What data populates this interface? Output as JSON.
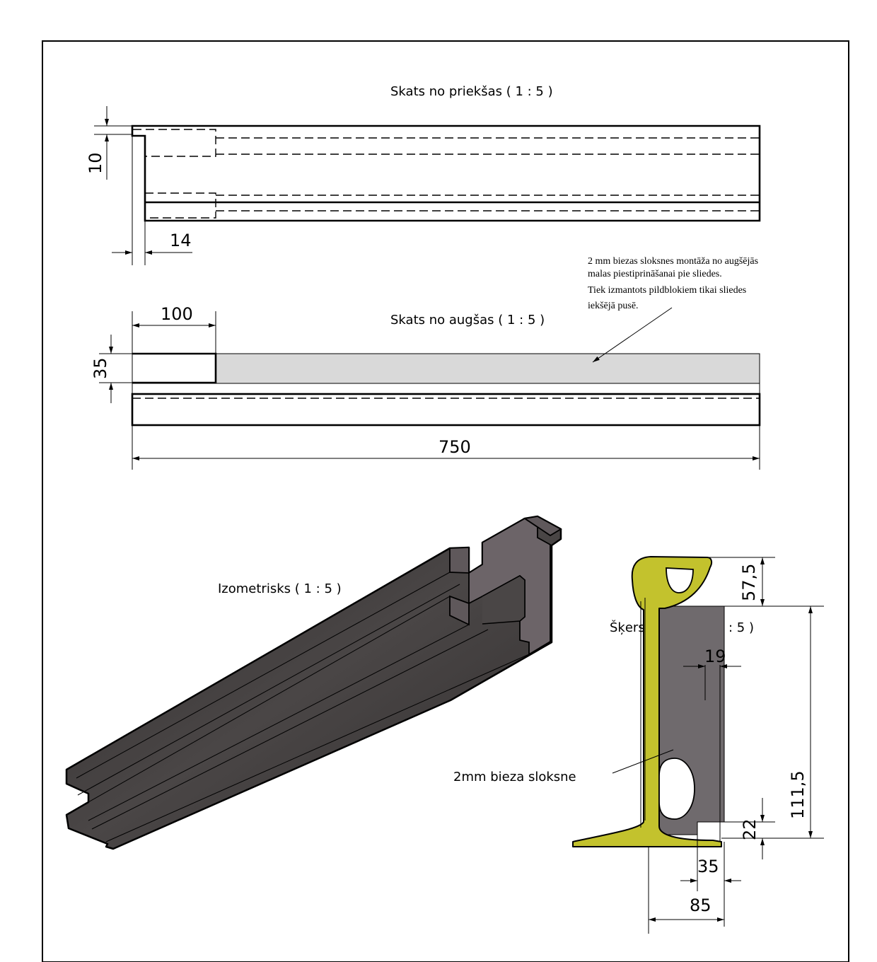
{
  "views": {
    "front_title": "Skats no priekšas ( 1 : 5 )",
    "top_title": "Skats no augšas ( 1 : 5 )",
    "iso_title": "Izometrisks ( 1 : 5 )",
    "section_title": "Šķersgriezums ( 1 : 5 )"
  },
  "dimensions": {
    "front_10": "10",
    "front_14": "14",
    "top_100": "100",
    "top_35": "35",
    "top_750": "750",
    "sec_19": "19",
    "sec_57_5": "57,5",
    "sec_111_5": "111,5",
    "sec_22": "22",
    "sec_35": "35",
    "sec_85": "85"
  },
  "notes": {
    "strip_note_lines": [
      "2 mm biezas sloksnes montāža no augšējās",
      "malas piestiprināšanai pie sliedes.",
      "Tiek izmantots pildblokiem tikai sliedes",
      "iekšējā pusē."
    ],
    "strip_label": "2mm bieza sloksne"
  },
  "colors": {
    "rail": "#c3c22d",
    "filler_section": "#6f6a6d",
    "iso_body": "#3b3838",
    "iso_face": "#6c6468",
    "strip_fill": "#d9d9d9"
  }
}
